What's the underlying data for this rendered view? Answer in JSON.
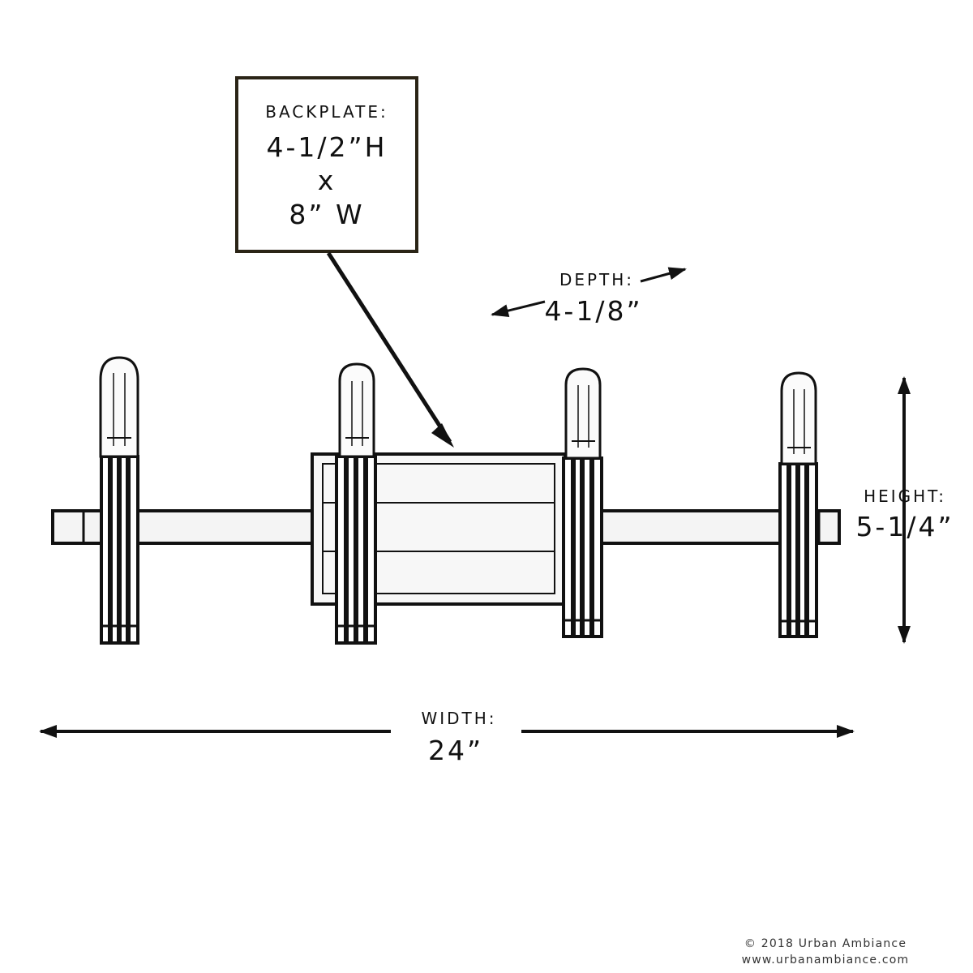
{
  "backplate": {
    "title": "BACKPLATE:",
    "height": "4-1/2”H",
    "times": "x",
    "width": "8” W"
  },
  "depth": {
    "label": "DEPTH:",
    "value": "4-1/8”"
  },
  "height": {
    "label": "HEIGHT:",
    "value": "5-1/4”"
  },
  "width": {
    "label": "WIDTH:",
    "value": "24”"
  },
  "footer": {
    "copyright": "© 2018 Urban Ambiance",
    "website": "www.urbanambiance.com"
  },
  "colors": {
    "ink": "#111111",
    "box_border": "#2a2416",
    "background": "#ffffff"
  }
}
